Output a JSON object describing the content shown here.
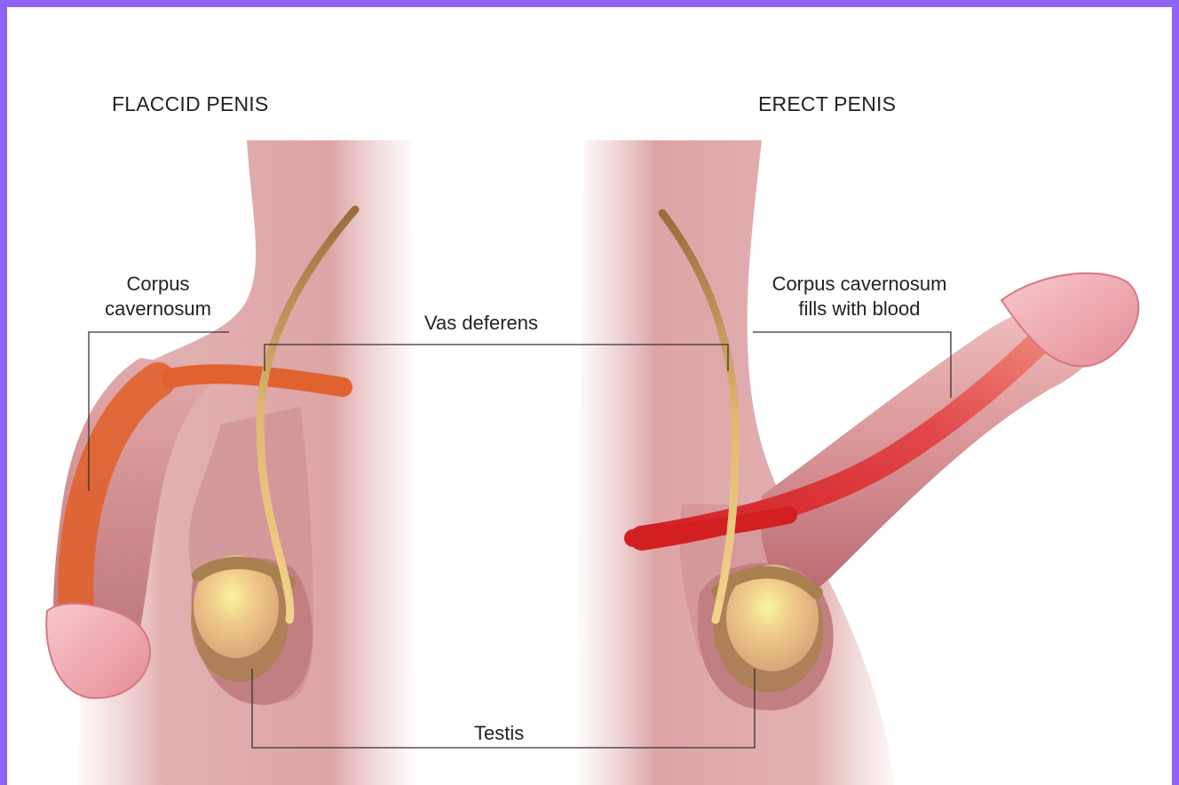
{
  "headings": {
    "left": "FLACCID PENIS",
    "right": "ERECT PENIS"
  },
  "labels": {
    "corpus_left": [
      "Corpus",
      "cavernosum"
    ],
    "corpus_right": [
      "Corpus cavernosum",
      "fills with blood"
    ],
    "vas_deferens": "Vas deferens",
    "testis": "Testis"
  },
  "colors": {
    "frame": "#8f63f5",
    "skin": "#d99a9c",
    "skin_dark": "#b86a70",
    "corpus_flaccid": "#e0622e",
    "corpus_erect": "#d42b25",
    "vas_deferens": "#a87a4a",
    "testis_core": "#f7e68c",
    "leader_line": "#333333"
  }
}
